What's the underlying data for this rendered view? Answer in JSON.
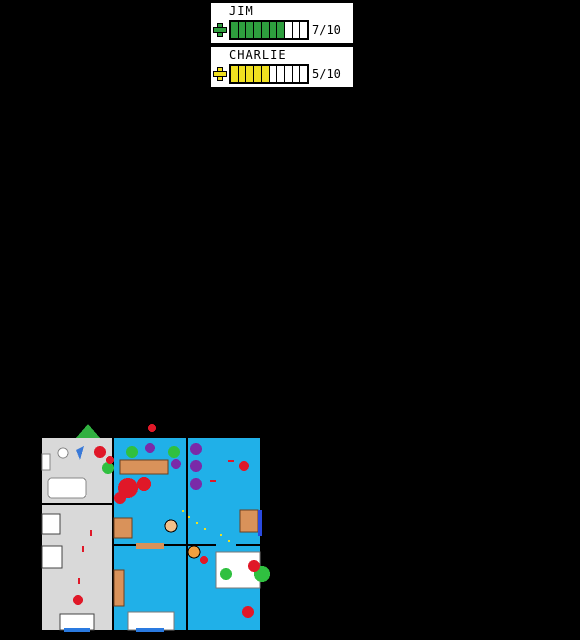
{
  "hud": {
    "players": [
      {
        "name": "JIM",
        "hp_text": "7/10",
        "hp": 7,
        "max": 10,
        "color": "#2e9e3e"
      },
      {
        "name": "CHARLIE",
        "hp_text": "5/10",
        "hp": 5,
        "max": 10,
        "color": "#f0e020"
      }
    ]
  },
  "colors": {
    "background": "#000000",
    "floor_gray": "#d9d9d9",
    "floor_blue": "#20b0e8",
    "blood": "#e01828",
    "wood": "#d9925a",
    "enemy_purple": "#7a2aa8",
    "plant_green": "#30c040"
  }
}
